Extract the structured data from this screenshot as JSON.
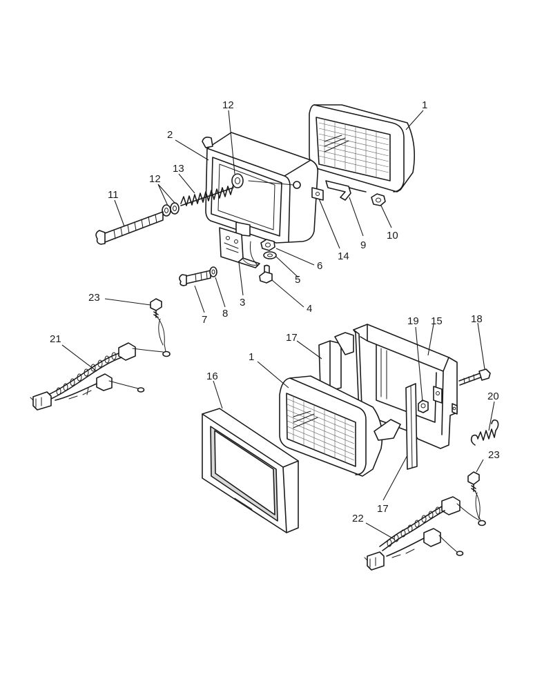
{
  "callouts": [
    {
      "id": "c1a",
      "text": "1"
    },
    {
      "id": "c2",
      "text": "2"
    },
    {
      "id": "c12a",
      "text": "12"
    },
    {
      "id": "c12b",
      "text": "12"
    },
    {
      "id": "c13",
      "text": "13"
    },
    {
      "id": "c11",
      "text": "11"
    },
    {
      "id": "c14",
      "text": "14"
    },
    {
      "id": "c9",
      "text": "9"
    },
    {
      "id": "c10",
      "text": "10"
    },
    {
      "id": "c6",
      "text": "6"
    },
    {
      "id": "c5",
      "text": "5"
    },
    {
      "id": "c4",
      "text": "4"
    },
    {
      "id": "c3",
      "text": "3"
    },
    {
      "id": "c8",
      "text": "8"
    },
    {
      "id": "c7",
      "text": "7"
    },
    {
      "id": "c23a",
      "text": "23"
    },
    {
      "id": "c21",
      "text": "21"
    },
    {
      "id": "c17a",
      "text": "17"
    },
    {
      "id": "c1b",
      "text": "1"
    },
    {
      "id": "c19",
      "text": "19"
    },
    {
      "id": "c15",
      "text": "15"
    },
    {
      "id": "c18",
      "text": "18"
    },
    {
      "id": "c16",
      "text": "16"
    },
    {
      "id": "c20",
      "text": "20"
    },
    {
      "id": "c17b",
      "text": "17"
    },
    {
      "id": "c23b",
      "text": "23"
    },
    {
      "id": "c22",
      "text": "22"
    }
  ]
}
